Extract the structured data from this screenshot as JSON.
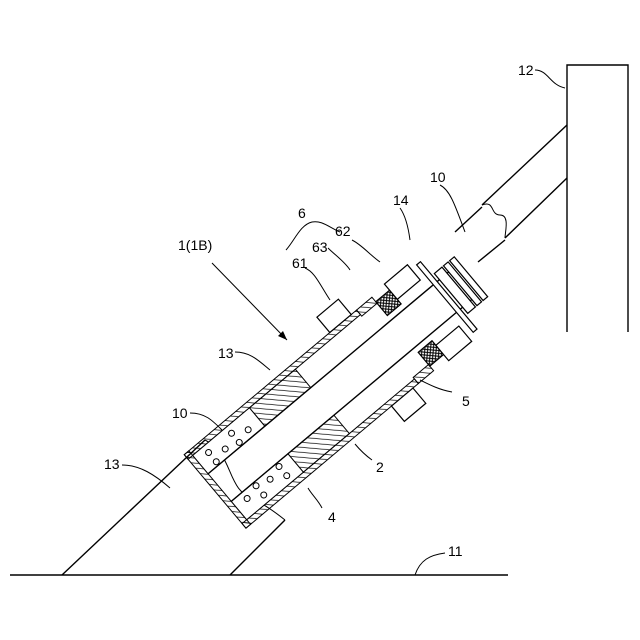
{
  "labels": {
    "l12": "12",
    "l10_top": "10",
    "l14": "14",
    "l6": "6",
    "l62": "62",
    "l63": "63",
    "l61": "61",
    "l1": "1(1B)",
    "l13_upper": "13",
    "l10_mid": "10",
    "l5": "5",
    "l2": "2",
    "l4": "4",
    "l13_lower": "13",
    "l11": "11"
  },
  "colors": {
    "line": "#000000",
    "background": "#ffffff"
  }
}
